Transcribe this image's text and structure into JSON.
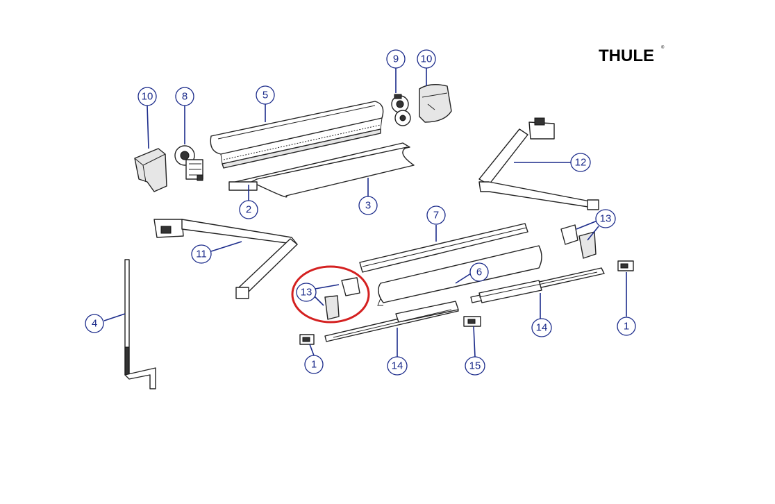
{
  "brand": {
    "logo_text": "THULE",
    "registered": "®"
  },
  "callouts": [
    {
      "id": "c10a",
      "text": "10"
    },
    {
      "id": "c8",
      "text": "8"
    },
    {
      "id": "c5",
      "text": "5"
    },
    {
      "id": "c9",
      "text": "9"
    },
    {
      "id": "c10b",
      "text": "10"
    },
    {
      "id": "c12",
      "text": "12"
    },
    {
      "id": "c2",
      "text": "2"
    },
    {
      "id": "c3",
      "text": "3"
    },
    {
      "id": "c7",
      "text": "7"
    },
    {
      "id": "c13a",
      "text": "13"
    },
    {
      "id": "c11",
      "text": "11"
    },
    {
      "id": "c6",
      "text": "6"
    },
    {
      "id": "c13b",
      "text": "13"
    },
    {
      "id": "c4",
      "text": "4"
    },
    {
      "id": "c14a",
      "text": "14"
    },
    {
      "id": "c1a",
      "text": "1"
    },
    {
      "id": "c14b",
      "text": "14"
    },
    {
      "id": "c15",
      "text": "15"
    },
    {
      "id": "c1b",
      "text": "1"
    }
  ],
  "highlight": {
    "part": "13",
    "color": "#d42020"
  },
  "colors": {
    "callout": "#1a2a8a",
    "outline": "#222222"
  }
}
